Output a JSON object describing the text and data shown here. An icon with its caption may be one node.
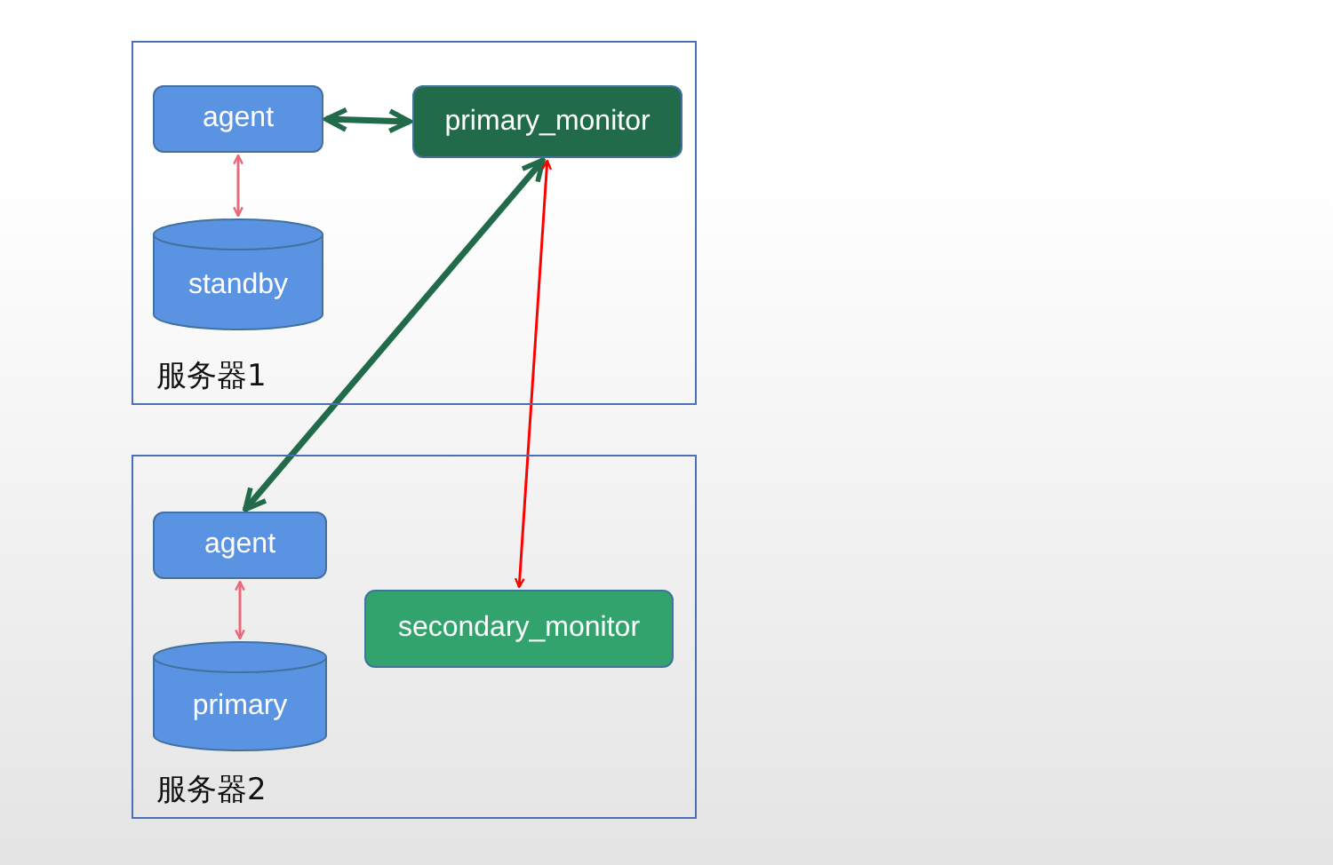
{
  "diagram": {
    "nodes": [
      {
        "text": [
          "服务器1"
        ]
      },
      {
        "text": [
          "agent"
        ],
        "in": 0
      },
      {
        "text": [
          "primary_monitor"
        ],
        "in": 0
      },
      {
        "text": [
          "standby"
        ],
        "in": 0
      },
      {
        "text": [
          "服务器2"
        ]
      },
      {
        "text": [
          "agent"
        ],
        "in": 4
      },
      {
        "text": [
          "primary"
        ],
        "in": 4
      },
      {
        "text": [
          "secondary_monitor"
        ],
        "in": 4
      }
    ],
    "edges": [
      {
        "from": 1,
        "to": 2,
        "arrow": "both",
        "color": "#216b4a",
        "style": "thick"
      },
      {
        "from": 1,
        "to": 3,
        "arrow": "both",
        "color": "#e8697a"
      },
      {
        "from": 2,
        "to": 5,
        "arrow": "both",
        "color": "#216b4a",
        "style": "thick"
      },
      {
        "from": 2,
        "to": 7,
        "arrow": "both",
        "color": "#ff0000"
      },
      {
        "from": 5,
        "to": 6,
        "arrow": "both",
        "color": "#e8697a"
      }
    ]
  }
}
